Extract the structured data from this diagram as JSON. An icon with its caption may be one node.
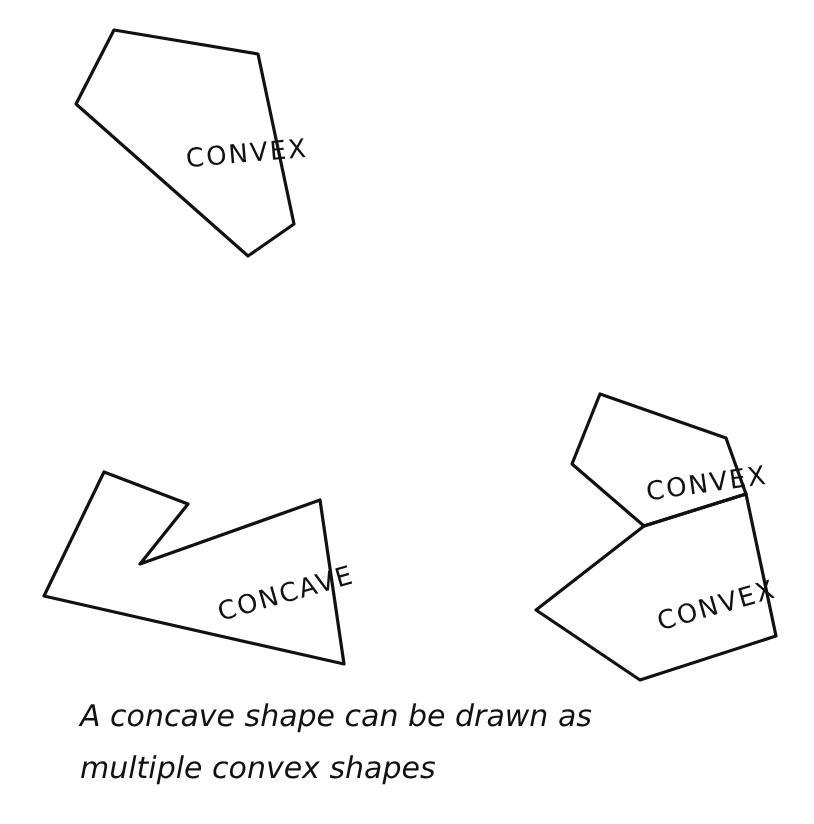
{
  "diagram": {
    "caption": "A concave shape can be drawn as multiple convex shapes",
    "nodes": [
      {
        "text": [
          "CONVEX"
        ]
      },
      {
        "text": [
          "CONCAVE"
        ]
      },
      {
        "text": [
          "CONVEX"
        ]
      },
      {
        "text": [
          "CONVEX"
        ]
      }
    ]
  }
}
